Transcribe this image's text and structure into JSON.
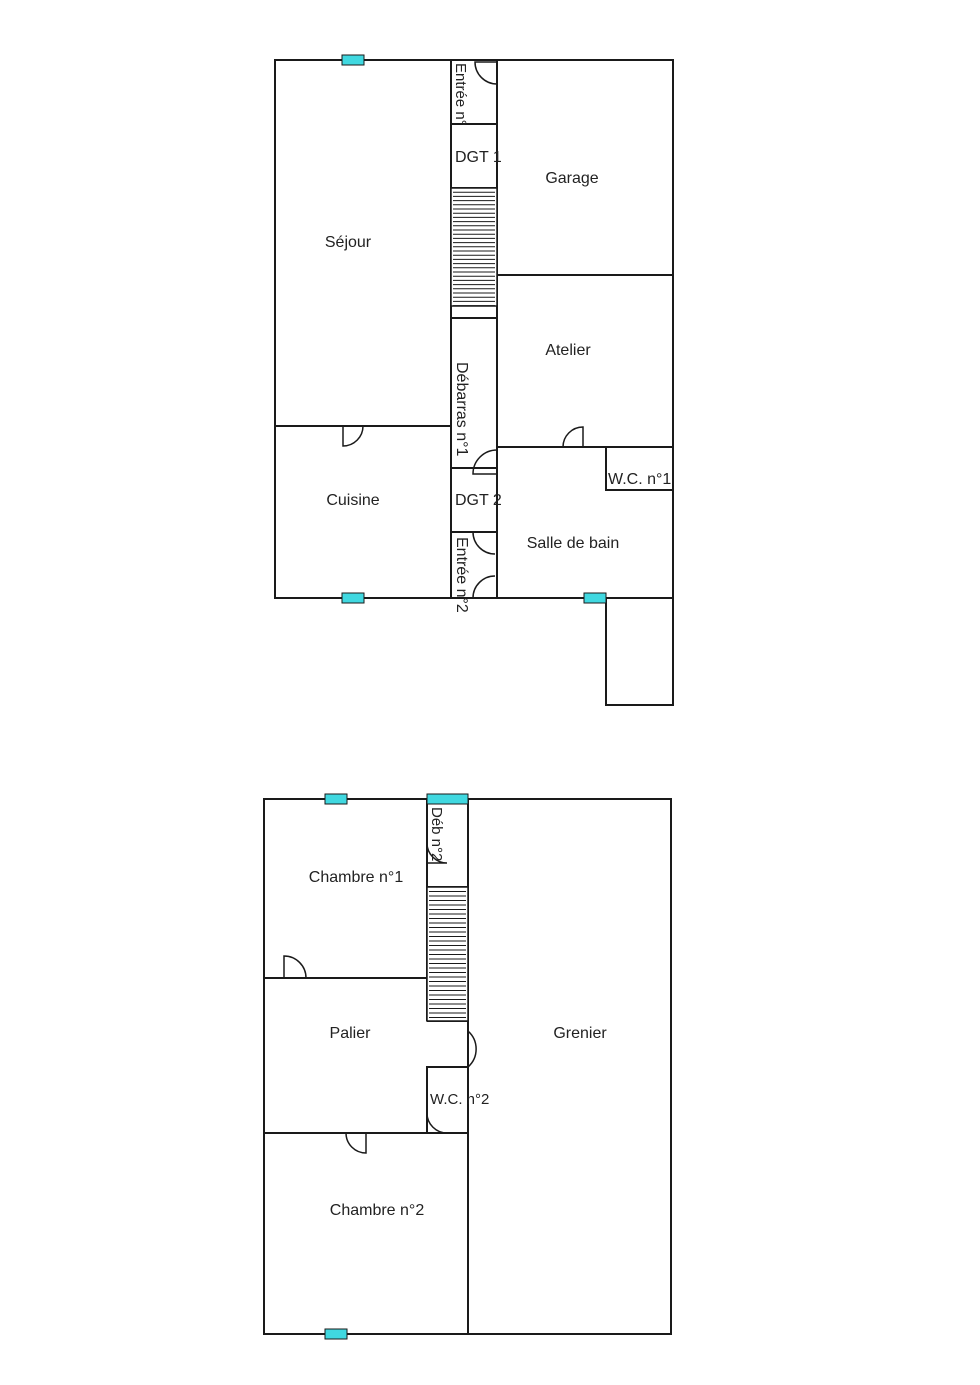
{
  "colors": {
    "wall": "#1a1a1a",
    "window": "#40d8e0",
    "background": "#ffffff",
    "text": "#222222"
  },
  "ground_floor": {
    "rooms": {
      "sejour": "Séjour",
      "garage": "Garage",
      "atelier": "Atelier",
      "cuisine": "Cuisine",
      "salle_de_bain": "Salle de bain",
      "wc1": "W.C. n°1",
      "dgt1": "DGT 1",
      "dgt2": "DGT 2",
      "debarras1": "Débarras n°1",
      "entree1": "Entrée n°",
      "entree2": "Entrée n°2"
    }
  },
  "upper_floor": {
    "rooms": {
      "chambre1": "Chambre n°1",
      "chambre2": "Chambre n°2",
      "palier": "Palier",
      "grenier": "Grenier",
      "wc2": "W.C. n°2",
      "deb2": "Déb n°2"
    }
  }
}
